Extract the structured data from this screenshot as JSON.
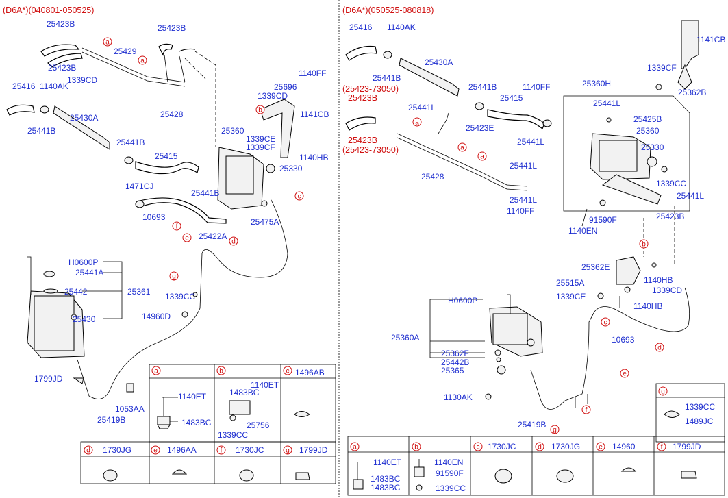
{
  "headers": {
    "left": "(D6A*)(040801-050525)",
    "right": "(D6A*)(050525-080818)"
  },
  "left_labels": [
    "25423B",
    "25423B",
    "25429",
    "25423B",
    "25428",
    "25416",
    "1140AK",
    "1339CD",
    "25441B",
    "25430A",
    "25441B",
    "25415",
    "25441B",
    "25360",
    "25696",
    "1140FF",
    "1339CD",
    "1339CE",
    "1339CF",
    "1141CB",
    "1140HB",
    "25330",
    "1471CJ",
    "10693",
    "25422A",
    "25475A",
    "H0600P",
    "25441A",
    "25442",
    "25361",
    "25430",
    "1339CC",
    "14960D",
    "1799JD",
    "1053AA",
    "25419B"
  ],
  "right_labels": [
    "25416",
    "1140AK",
    "25441B",
    "25430A",
    "25441B",
    "1140FF",
    "25441L",
    "25415",
    "25423E",
    "25441L",
    "25441L",
    "25428",
    "1140FF",
    "25441L",
    "25360H",
    "25441L",
    "25425B",
    "25360",
    "25330",
    "1339CC",
    "25441L",
    "91590F",
    "1140EN",
    "25423B",
    "1141CB",
    "1339CF",
    "25362B",
    "25362E",
    "1140HB",
    "25515A",
    "1339CD",
    "1339CE",
    "1140HB",
    "H0600P",
    "25360A",
    "25362F",
    "25442B",
    "25365",
    "10693",
    "1130AK",
    "25419B"
  ],
  "right_red_labels": [
    "(25423-73050)",
    "25423B",
    "(25423-73050)",
    "25423B"
  ],
  "callouts": [
    "a",
    "a",
    "b",
    "c",
    "d",
    "e",
    "f",
    "g",
    "a",
    "a",
    "a",
    "b",
    "c",
    "d",
    "e",
    "f",
    "g"
  ],
  "left_table": {
    "top": [
      {
        "letter": "a",
        "parts": [
          "1140ET",
          "1483BC"
        ]
      },
      {
        "letter": "b",
        "parts": [
          "1140ET",
          "1483BC",
          "1339CC",
          "25756"
        ]
      },
      {
        "letter": "c",
        "parts": [
          "1496AB"
        ]
      }
    ],
    "bottom": [
      {
        "letter": "d",
        "parts": [
          "1730JG"
        ]
      },
      {
        "letter": "e",
        "parts": [
          "1496AA"
        ]
      },
      {
        "letter": "f",
        "parts": [
          "1730JC"
        ]
      },
      {
        "letter": "g",
        "parts": [
          "1799JD"
        ]
      }
    ]
  },
  "right_table": {
    "g_box": {
      "letter": "g",
      "parts": [
        "1339CC",
        "1489JC"
      ]
    },
    "bottom": [
      {
        "letter": "a",
        "parts": [
          "1140ET",
          "1483BC",
          "1483BC"
        ]
      },
      {
        "letter": "b",
        "parts": [
          "1140EN",
          "91590F",
          "1339CC"
        ]
      },
      {
        "letter": "c",
        "parts": [
          "1730JC"
        ]
      },
      {
        "letter": "d",
        "parts": [
          "1730JG"
        ]
      },
      {
        "letter": "e",
        "parts": [
          "14960"
        ]
      },
      {
        "letter": "f",
        "parts": [
          "1799JD"
        ]
      }
    ]
  }
}
